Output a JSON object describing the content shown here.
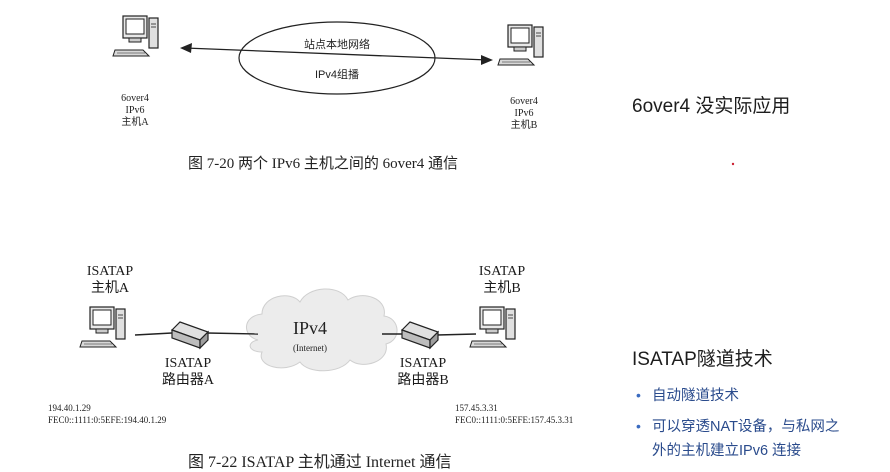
{
  "fig1": {
    "network_label": "站点本地网络",
    "multicast_label": "IPv4组播",
    "hostA": [
      "6over4",
      "IPv6",
      "主机A"
    ],
    "hostB": [
      "6over4",
      "IPv6",
      "主机B"
    ],
    "caption": "图 7-20   两个 IPv6 主机之间的 6over4 通信"
  },
  "fig2": {
    "hostA_title": [
      "ISATAP",
      "主机A"
    ],
    "hostB_title": [
      "ISATAP",
      "主机B"
    ],
    "routerA": [
      "ISATAP",
      "路由器A"
    ],
    "routerB": [
      "ISATAP",
      "路由器B"
    ],
    "cloud_title": "IPv4",
    "cloud_sub": "(Internet)",
    "addrA": [
      "194.40.1.29",
      "FEC0::1111:0:5EFE:194.40.1.29"
    ],
    "addrB": [
      "157.45.3.31",
      "FEC0::1111:0:5EFE:157.45.3.31"
    ],
    "caption": "图 7-22   ISATAP 主机通过 Internet 通信"
  },
  "side": {
    "note1": "6over4 没实际应用",
    "title2": "ISATAP隧道技术",
    "bullets": [
      "自动隧道技术",
      "可以穿透NAT设备，与私网之",
      "外的主机建立IPv6 连接"
    ],
    "bullet_color": "#2a4b8c"
  }
}
